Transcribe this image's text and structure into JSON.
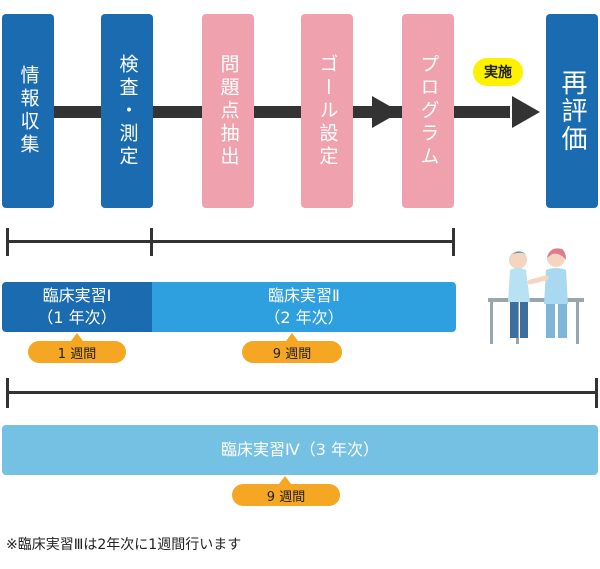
{
  "flow": {
    "steps": [
      {
        "id": "info",
        "label": "情報収集",
        "color": "blue"
      },
      {
        "id": "exam",
        "label": "検査・測定",
        "color": "blue"
      },
      {
        "id": "problem",
        "label": "問題点抽出",
        "color": "pink"
      },
      {
        "id": "goal",
        "label": "ゴール設定",
        "color": "pink"
      },
      {
        "id": "program",
        "label": "プログラム",
        "color": "pink"
      },
      {
        "id": "reeval",
        "label": "再評価",
        "color": "blue"
      }
    ],
    "implementation_label": "実施"
  },
  "practicum": {
    "p1": {
      "line1": "臨床実習Ⅰ",
      "line2": "（1 年次）",
      "duration": "1 週間"
    },
    "p2": {
      "line1": "臨床実習Ⅱ",
      "line2": "（2 年次）",
      "duration": "9 週間"
    },
    "p4": {
      "label": "臨床実習Ⅳ（3 年次）",
      "duration": "9 週間"
    }
  },
  "note": "※臨床実習Ⅲは2年次に1週間行います",
  "colors": {
    "dark_blue": "#1a6bb0",
    "pink": "#f0a1ae",
    "mid_blue": "#2e9fdf",
    "light_blue": "#74c1e3",
    "orange": "#f5a623",
    "yellow": "#fef100"
  }
}
